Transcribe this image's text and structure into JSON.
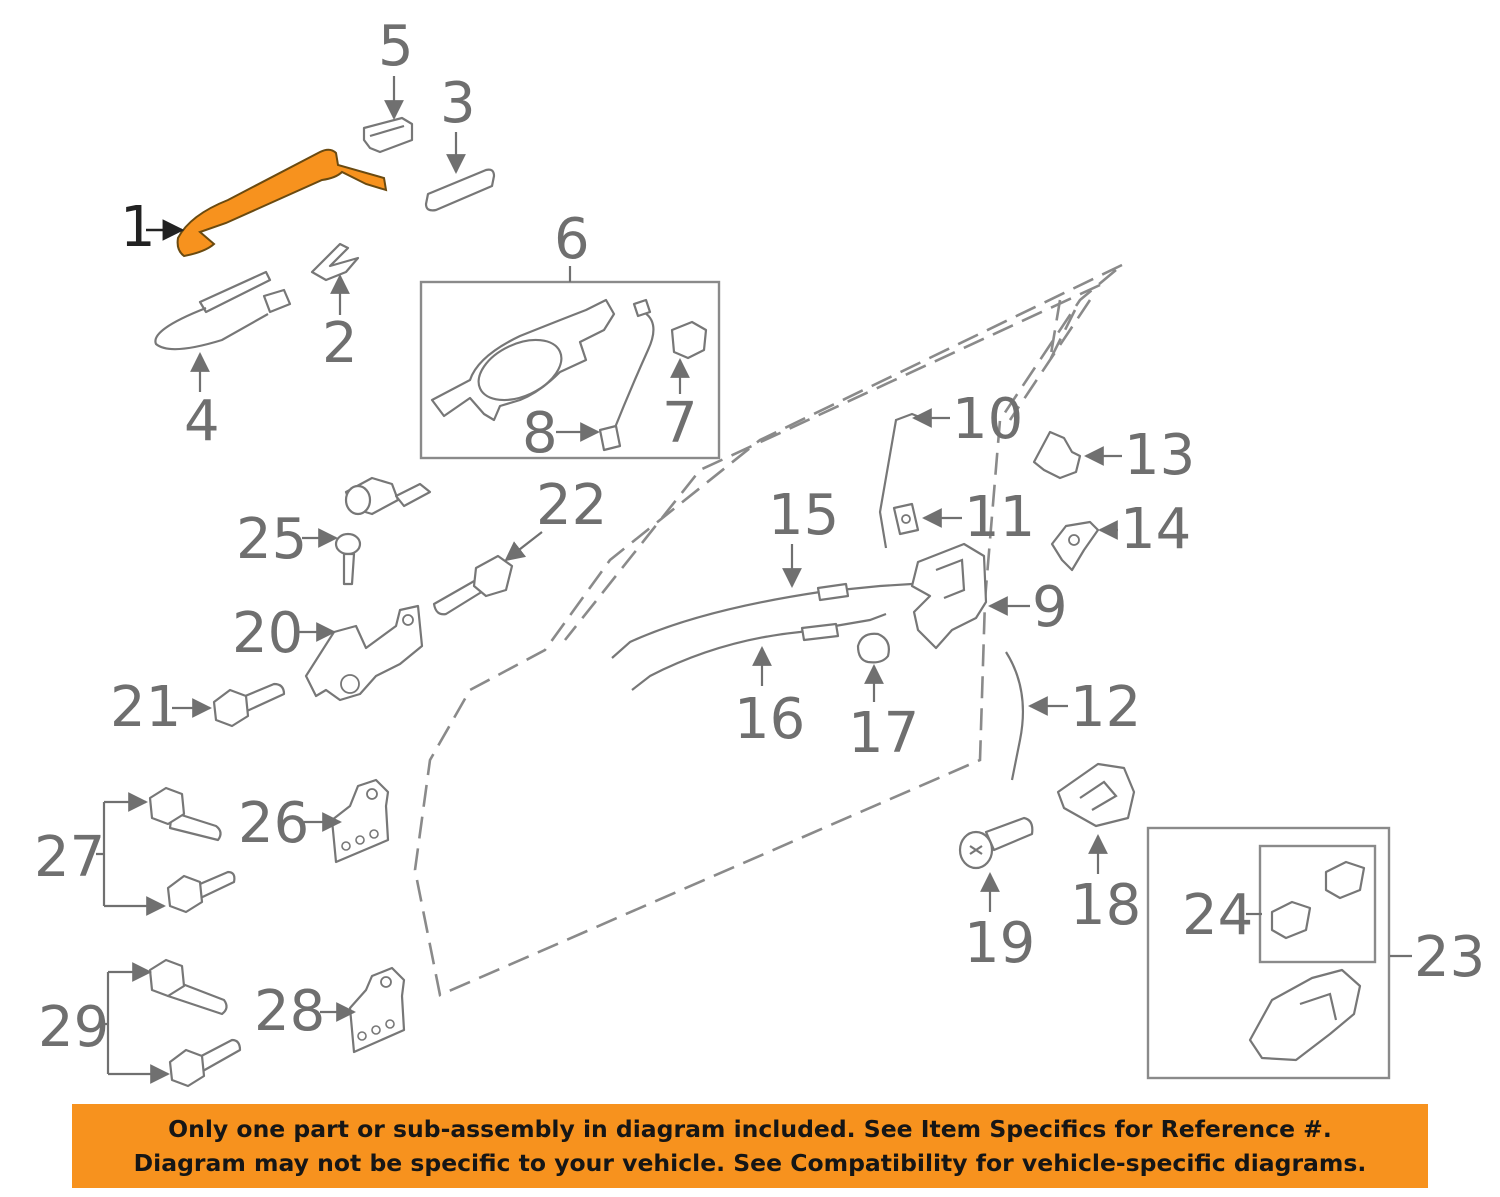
{
  "callouts": {
    "c1": "1",
    "c2": "2",
    "c3": "3",
    "c4": "4",
    "c5": "5",
    "c6": "6",
    "c7": "7",
    "c8": "8",
    "c9": "9",
    "c10": "10",
    "c11": "11",
    "c12": "12",
    "c13": "13",
    "c14": "14",
    "c15": "15",
    "c16": "16",
    "c17": "17",
    "c18": "18",
    "c19": "19",
    "c20": "20",
    "c21": "21",
    "c22": "22",
    "c23": "23",
    "c24": "24",
    "c25": "25",
    "c26": "26",
    "c27": "27",
    "c28": "28",
    "c29": "29"
  },
  "highlight": {
    "part": "1",
    "color": "#f7921e"
  },
  "banner": {
    "line1": "Only one part or sub-assembly in diagram included. See Item Specifics for Reference #.",
    "line2": "Diagram may not be specific to your vehicle. See Compatibility for vehicle-specific diagrams.",
    "color": "#f7921e"
  }
}
